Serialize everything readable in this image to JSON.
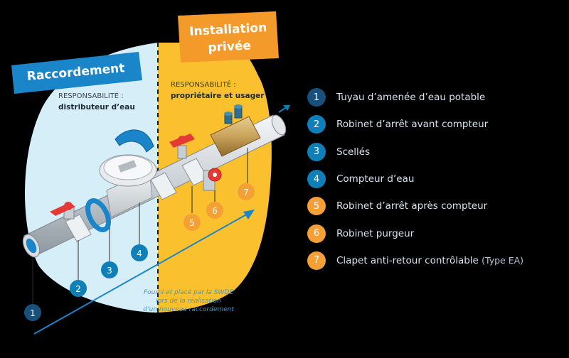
{
  "labels": {
    "raccordement": "Raccordement",
    "installation_line1": "Installation",
    "installation_line2": "privée",
    "resp_left_title": "RESPONSABILITÉ :",
    "resp_left_value": "distributeur d’eau",
    "resp_right_title": "RESPONSABILITÉ :",
    "resp_right_value": "propriétaire et usager",
    "note_line1": "Fourni et placé par la SWDE",
    "note_line2": "lors de la réalisation",
    "note_line3": "d’un nouveau raccordement"
  },
  "markers": [
    "1",
    "2",
    "3",
    "4",
    "5",
    "6",
    "7"
  ],
  "legend": [
    {
      "num": "1",
      "text": "Tuyau d’amenée d’eau potable",
      "sub": "",
      "color": "#17507a"
    },
    {
      "num": "2",
      "text": "Robinet d’arrêt avant compteur",
      "sub": "",
      "color": "#0f7fb8"
    },
    {
      "num": "3",
      "text": "Scellés",
      "sub": "",
      "color": "#0f7fb8"
    },
    {
      "num": "4",
      "text": "Compteur d’eau",
      "sub": "",
      "color": "#0f7fb8"
    },
    {
      "num": "5",
      "text": "Robinet d’arrêt après compteur",
      "sub": "",
      "color": "#f4a035"
    },
    {
      "num": "6",
      "text": "Robinet purgeur",
      "sub": "",
      "color": "#f4a035"
    },
    {
      "num": "7",
      "text": "Clapet anti-retour contrôlable ",
      "sub": "(Type EA)",
      "color": "#f4a035"
    }
  ],
  "colors": {
    "light_blue_zone": "#d5eef8",
    "yellow_zone": "#fbc02d",
    "accent_blue": "#0f7fb8",
    "accent_orange": "#f4a035",
    "banner_blue": "#1a85c8",
    "banner_orange": "#f39a2b",
    "valve_red": "#e53935"
  }
}
